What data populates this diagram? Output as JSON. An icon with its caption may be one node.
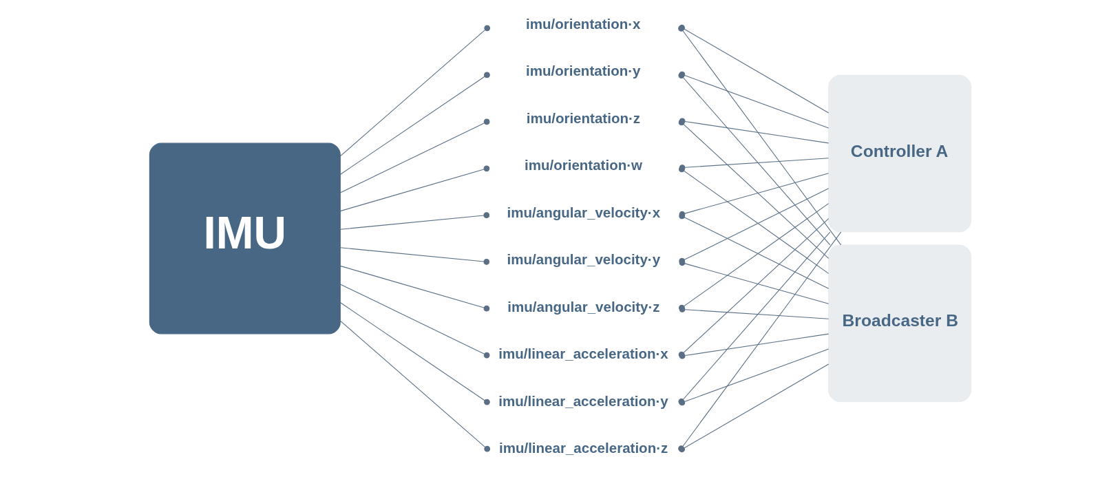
{
  "diagram": {
    "nodes": [
      {
        "text": [
          "IMU"
        ]
      },
      {
        "text": [
          "imu/orientation·x"
        ]
      },
      {
        "text": [
          "imu/orientation·y"
        ]
      },
      {
        "text": [
          "imu/orientation·z"
        ]
      },
      {
        "text": [
          "imu/orientation·w"
        ]
      },
      {
        "text": [
          "imu/angular_velocity·x"
        ]
      },
      {
        "text": [
          "imu/angular_velocity·y"
        ]
      },
      {
        "text": [
          "imu/angular_velocity·z"
        ]
      },
      {
        "text": [
          "imu/linear_acceleration·x"
        ]
      },
      {
        "text": [
          "imu/linear_acceleration·y"
        ]
      },
      {
        "text": [
          "imu/linear_acceleration·z"
        ]
      },
      {
        "text": [
          "Controller A"
        ]
      },
      {
        "text": [
          "Broadcaster B"
        ]
      }
    ],
    "edges": [
      {
        "from": 0,
        "to": 1,
        "arrow": "other"
      },
      {
        "from": 0,
        "to": 2,
        "arrow": "other"
      },
      {
        "from": 0,
        "to": 3,
        "arrow": "other"
      },
      {
        "from": 0,
        "to": 4,
        "arrow": "other"
      },
      {
        "from": 0,
        "to": 5,
        "arrow": "other"
      },
      {
        "from": 0,
        "to": 6,
        "arrow": "other"
      },
      {
        "from": 0,
        "to": 7,
        "arrow": "other"
      },
      {
        "from": 0,
        "to": 8,
        "arrow": "other"
      },
      {
        "from": 0,
        "to": 9,
        "arrow": "other"
      },
      {
        "from": 0,
        "to": 10,
        "arrow": "other"
      },
      {
        "from": 1,
        "to": 11,
        "arrow": "other"
      },
      {
        "from": 1,
        "to": 12,
        "arrow": "other"
      },
      {
        "from": 2,
        "to": 11,
        "arrow": "other"
      },
      {
        "from": 2,
        "to": 12,
        "arrow": "other"
      },
      {
        "from": 3,
        "to": 11,
        "arrow": "other"
      },
      {
        "from": 3,
        "to": 12,
        "arrow": "other"
      },
      {
        "from": 4,
        "to": 11,
        "arrow": "other"
      },
      {
        "from": 4,
        "to": 12,
        "arrow": "other"
      },
      {
        "from": 5,
        "to": 11,
        "arrow": "other"
      },
      {
        "from": 5,
        "to": 12,
        "arrow": "other"
      },
      {
        "from": 6,
        "to": 11,
        "arrow": "other"
      },
      {
        "from": 6,
        "to": 12,
        "arrow": "other"
      },
      {
        "from": 7,
        "to": 11,
        "arrow": "other"
      },
      {
        "from": 7,
        "to": 12,
        "arrow": "other"
      },
      {
        "from": 8,
        "to": 11,
        "arrow": "other"
      },
      {
        "from": 8,
        "to": 12,
        "arrow": "other"
      },
      {
        "from": 9,
        "to": 11,
        "arrow": "other"
      },
      {
        "from": 9,
        "to": 12,
        "arrow": "other"
      },
      {
        "from": 10,
        "to": 11,
        "arrow": "other"
      },
      {
        "from": 10,
        "to": 12,
        "arrow": "other"
      }
    ]
  }
}
